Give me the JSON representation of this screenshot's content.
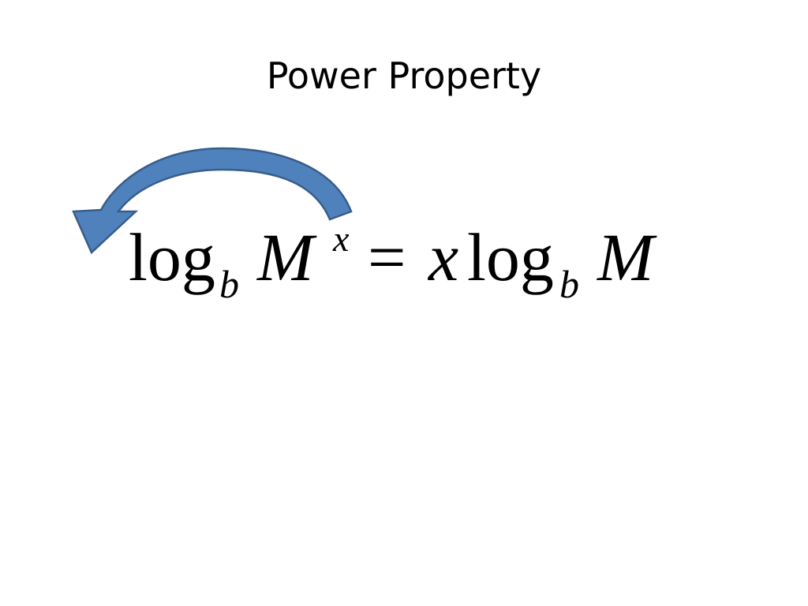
{
  "slide": {
    "title": "Power Property",
    "arrow_color": "#4f81bd",
    "arrow_outline": "#385d8a",
    "arrow_icon": "curved-left-arrow",
    "equation": {
      "lhs_log": "log",
      "lhs_base": "b",
      "lhs_arg": "M",
      "lhs_exponent": "x",
      "equals": "=",
      "rhs_coefficient": "x",
      "rhs_log": "log",
      "rhs_base": "b",
      "rhs_arg": "M"
    }
  }
}
